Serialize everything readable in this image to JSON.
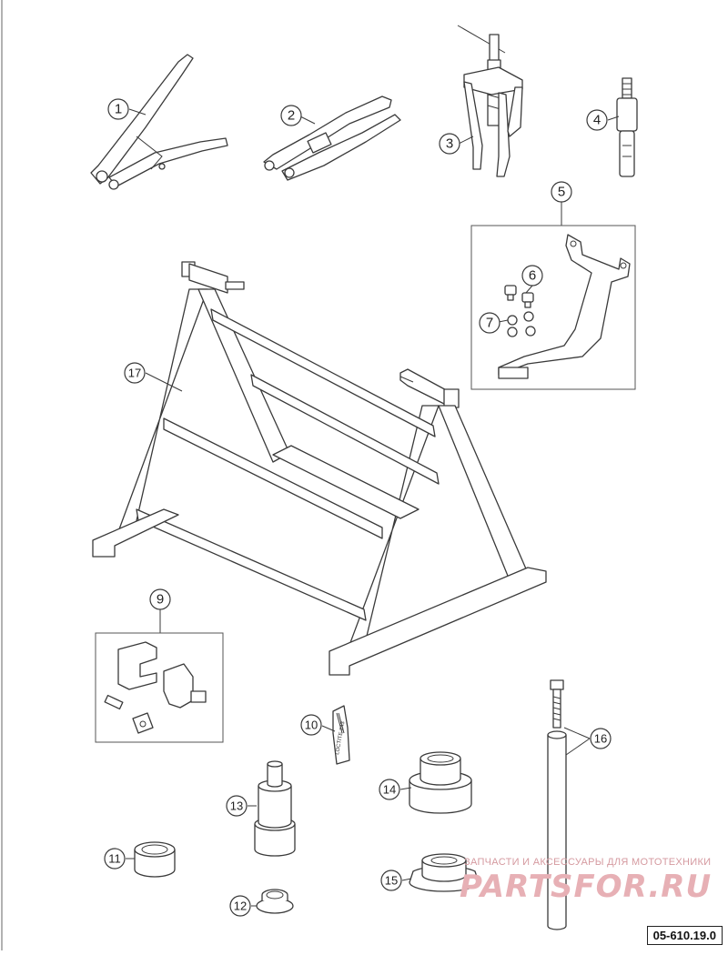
{
  "diagram": {
    "callouts": [
      "1",
      "2",
      "3",
      "4",
      "5",
      "6",
      "7",
      "9",
      "10",
      "11",
      "12",
      "13",
      "14",
      "15",
      "16",
      "17"
    ],
    "adhesive_label": "LOCTITE 243"
  },
  "watermark": {
    "line": "ЗАПЧАСТИ И АКСЕССУАРЫ ДЛЯ МОТОТЕХНИКИ",
    "brand": "PARTSFOR.RU"
  },
  "document_code": "05-610.19.0"
}
